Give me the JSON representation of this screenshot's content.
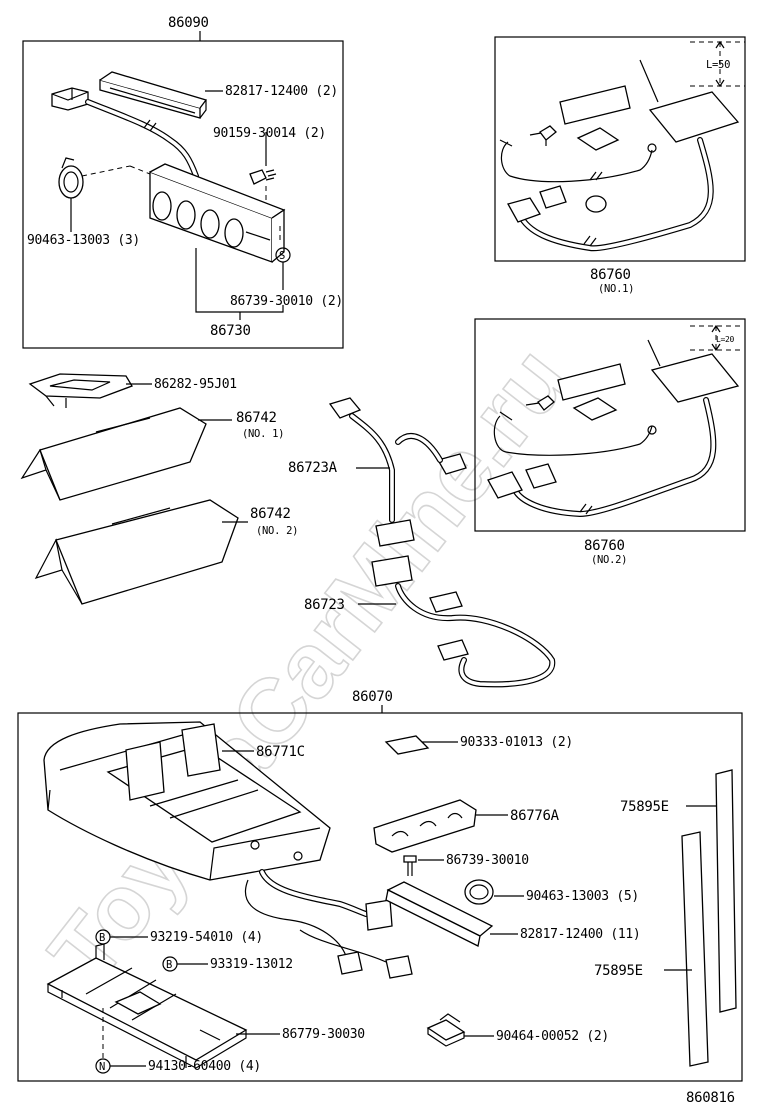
{
  "watermark": "ToyotaCarMine.ru",
  "diagram_id": "860816",
  "groups": {
    "g1": {
      "label": "86090",
      "sub_label": "86730"
    },
    "g2": {
      "label": "86760",
      "sub": "(NO.1)",
      "dim": "L=50"
    },
    "g3": {
      "label": "86760",
      "sub": "(NO.2)",
      "dim": "L=20"
    },
    "g4": {
      "label": "86070"
    }
  },
  "parts": {
    "p82817_a": "82817-12400 (2)",
    "p90159": "90159-30014 (2)",
    "p90463_a": "90463-13003 (3)",
    "p86739_a": "86739-30010 (2)",
    "p86282": "86282-95J01",
    "p86742_1": "86742",
    "p86742_1s": "(NO. 1)",
    "p86742_2": "86742",
    "p86742_2s": "(NO. 2)",
    "p86723A": "86723A",
    "p86723": "86723",
    "p86771C": "86771C",
    "p90333": "90333-01013 (2)",
    "p86776A": "86776A",
    "p86739_b": "86739-30010",
    "p90463_b": "90463-13003 (5)",
    "p82817_b": "82817-12400 (11)",
    "p93219": "93219-54010 (4)",
    "p93319": "93319-13012",
    "p86779": "86779-30030",
    "p90464": "90464-00052 (2)",
    "p94130": "94130-60400 (4)",
    "p75895E_1": "75895E",
    "p75895E_2": "75895E"
  },
  "badges": {
    "b1": "S",
    "b2": "B",
    "b3": "B",
    "b4": "N"
  }
}
